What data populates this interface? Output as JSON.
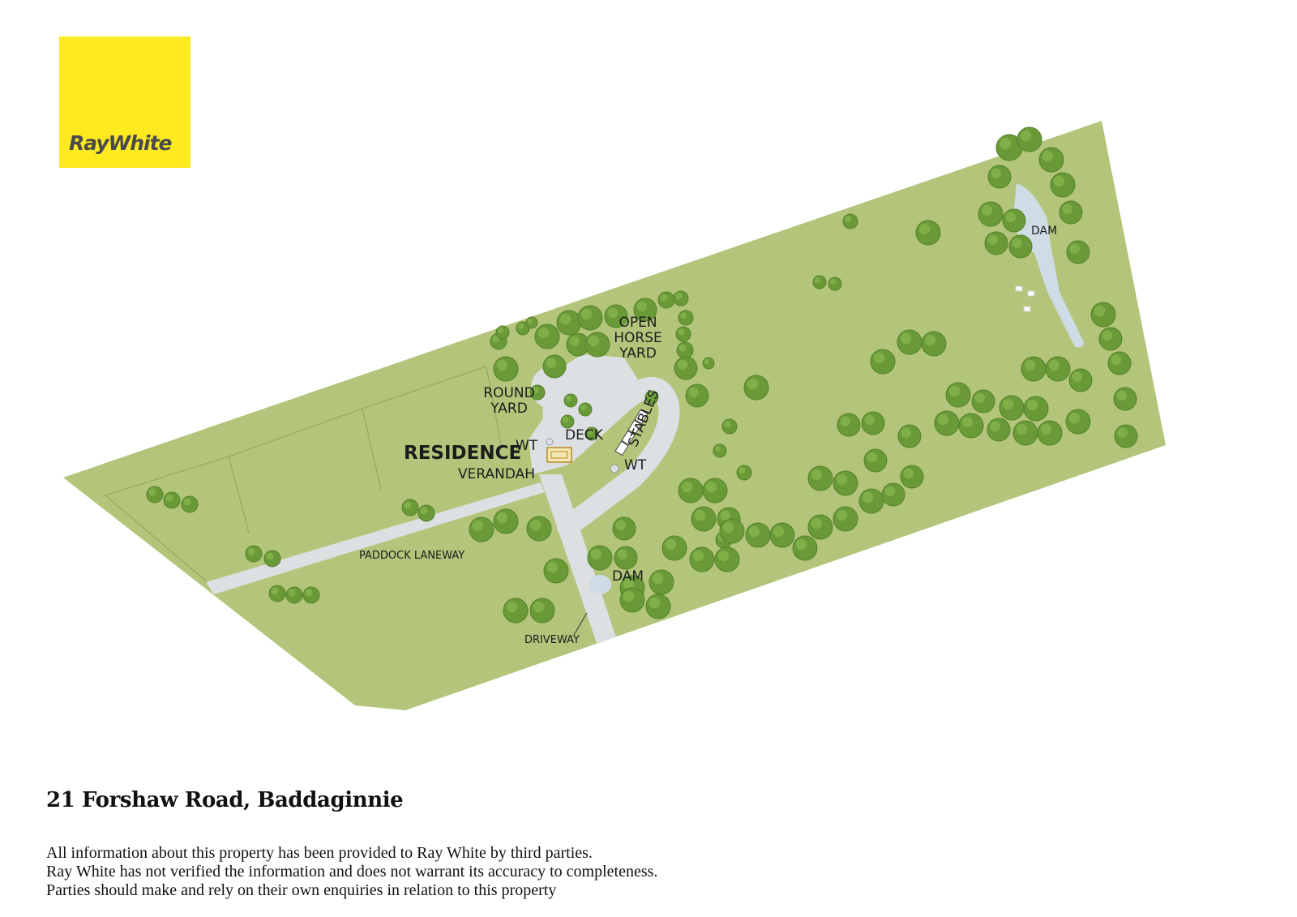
{
  "brand": {
    "name": "RayWhite",
    "color": "#ffe91f"
  },
  "map": {
    "colors": {
      "land": "#b3c57a",
      "road": "#dde0e2",
      "water": "#cfdce6",
      "tree": "#6a9a38"
    },
    "labels": {
      "residence": "RESIDENCE",
      "verandah": "VERANDAH",
      "deck": "DECK",
      "wt_house": "WT",
      "wt_stables": "WT",
      "round_yard_1": "ROUND",
      "round_yard_2": "YARD",
      "horse_yard_1": "OPEN",
      "horse_yard_2": "HORSE",
      "horse_yard_3": "YARD",
      "stables": "STABLES",
      "dam_north": "DAM",
      "dam_south": "DAM",
      "paddock_laneway": "PADDOCK LANEWAY",
      "driveway": "DRIVEWAY"
    }
  },
  "address": "21 Forshaw Road, Baddaginnie",
  "disclaimer": [
    "All information about this property has been provided to Ray White by third parties.",
    "Ray White has not verified the information and does not warrant its accuracy to completeness.",
    "Parties should make and rely on their own enquiries in relation to this property"
  ]
}
